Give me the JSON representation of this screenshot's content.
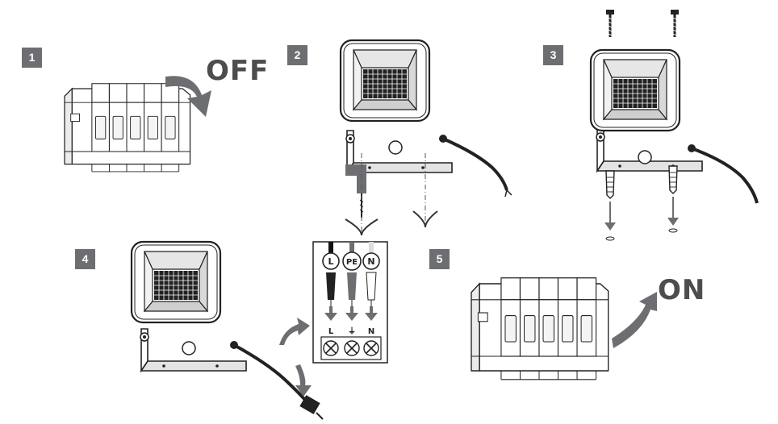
{
  "steps": [
    {
      "number": "1",
      "action": "OFF"
    },
    {
      "number": "2"
    },
    {
      "number": "3"
    },
    {
      "number": "4"
    },
    {
      "number": "5",
      "action": "ON"
    }
  ],
  "wiring": {
    "wires": [
      "L",
      "PE",
      "N"
    ],
    "terminals": [
      "L",
      "⏚",
      "N"
    ]
  },
  "colors": {
    "badge": "#6d6e71",
    "arrow": "#6d6e71",
    "line": "#222222"
  }
}
